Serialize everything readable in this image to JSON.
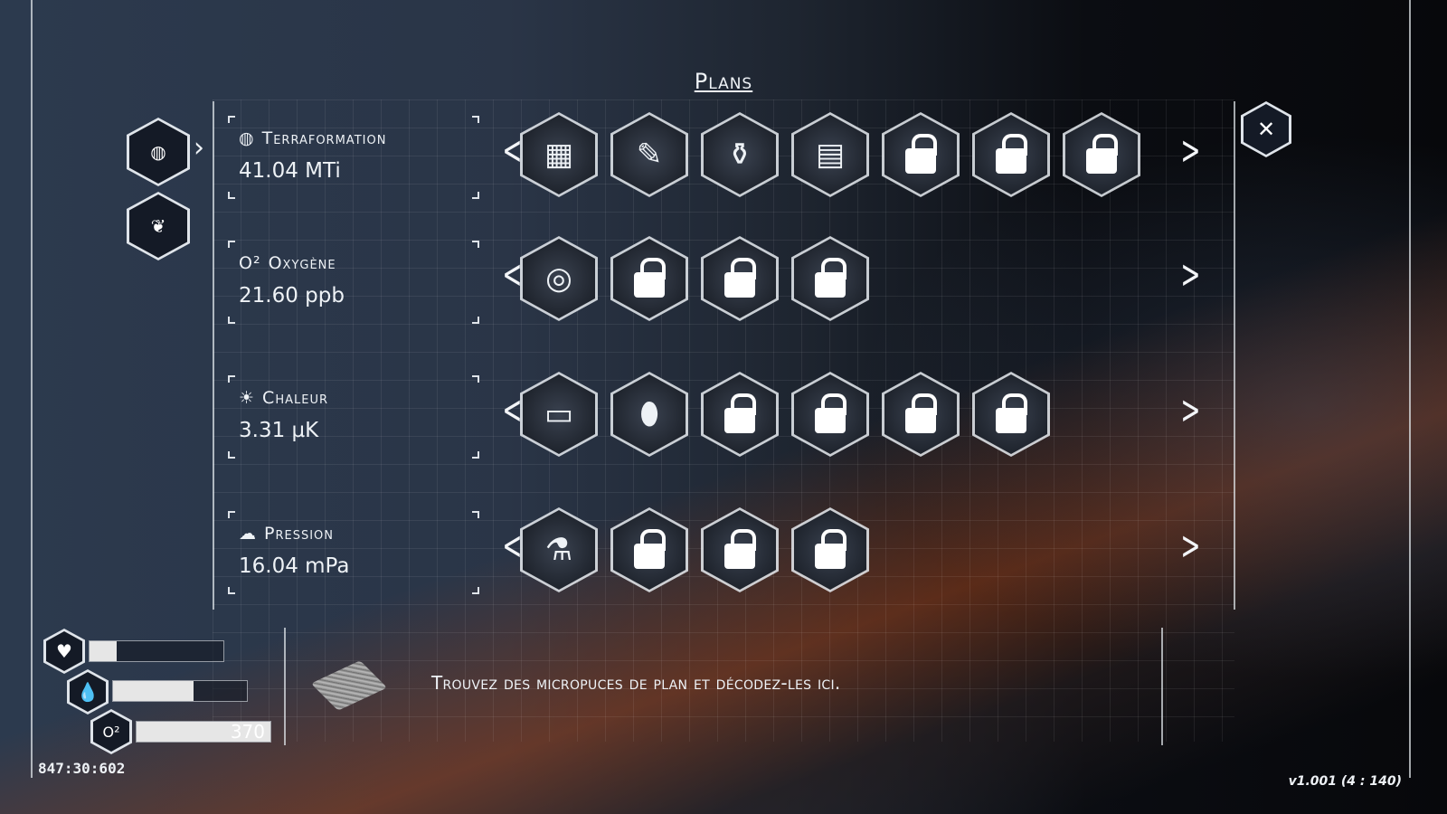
{
  "title": "Plans",
  "close_label": "✕",
  "stats": [
    {
      "icon": "globe-icon",
      "glyph": "◍",
      "label": "Terraformation",
      "value": "41.04 MTi"
    },
    {
      "icon": "oxygen-icon",
      "glyph": "O²",
      "label": "Oxygène",
      "value": "21.60 ppb"
    },
    {
      "icon": "sun-icon",
      "glyph": "☀",
      "label": "Chaleur",
      "value": "3.31 µK"
    },
    {
      "icon": "cloud-icon",
      "glyph": "☁",
      "label": "Pression",
      "value": "16.04 mPa"
    }
  ],
  "rows": [
    [
      "unlocked",
      "unlocked",
      "unlocked",
      "unlocked",
      "locked",
      "locked",
      "locked"
    ],
    [
      "unlocked",
      "locked",
      "locked",
      "locked"
    ],
    [
      "unlocked",
      "unlocked",
      "locked",
      "locked",
      "locked",
      "locked"
    ],
    [
      "unlocked",
      "locked",
      "locked",
      "locked"
    ]
  ],
  "unlocked_glyphs": [
    [
      "▦",
      "✎",
      "⚱",
      "▤"
    ],
    [
      "◎"
    ],
    [
      "▭",
      "⬮"
    ],
    [
      "⚗"
    ]
  ],
  "info_text": "Trouvez des micropuces de plan et décodez-les ici.",
  "player": {
    "health": 0.2,
    "water": 0.6,
    "oxygen": 1.0,
    "oxygen_value": "370",
    "timer": "847:30:602"
  },
  "version": "v1.001 (4 : 140)"
}
